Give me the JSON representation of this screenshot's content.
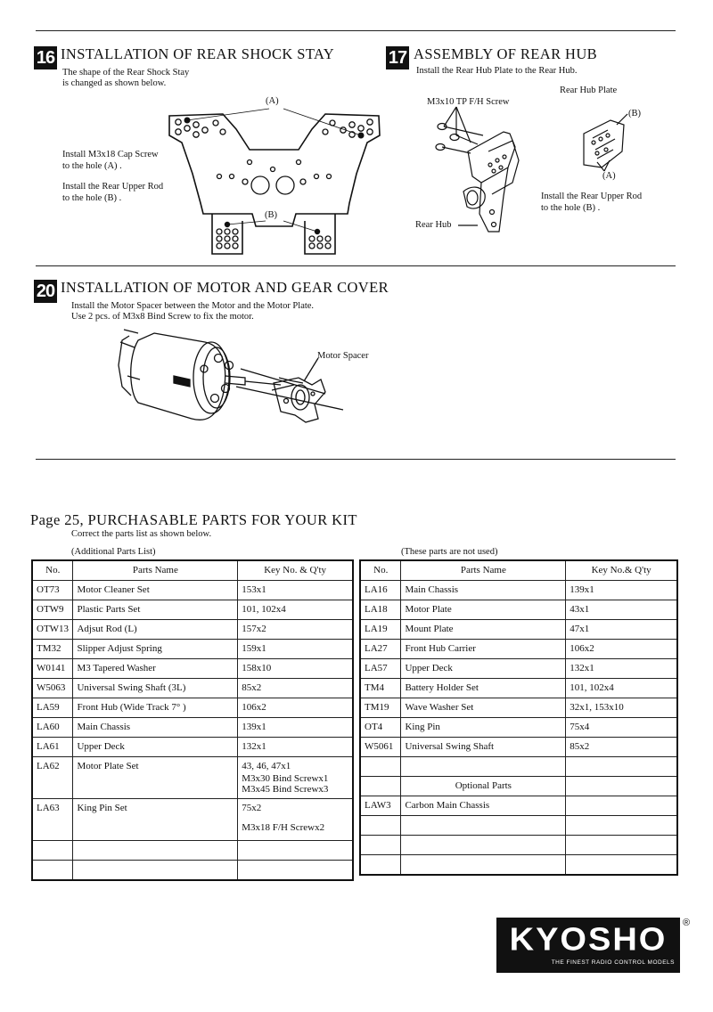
{
  "sec16": {
    "number": "16",
    "title": "INSTALLATION OF REAR SHOCK STAY",
    "desc1": "The shape of the Rear Shock Stay",
    "desc2": "is changed as shown below.",
    "label_a": "(A)",
    "label_b": "(B)",
    "note_a1": "Install M3x18 Cap Screw",
    "note_a2": "to the hole (A) .",
    "note_b1": "Install the Rear Upper Rod",
    "note_b2": "to the hole (B) ."
  },
  "sec17": {
    "number": "17",
    "title": "ASSEMBLY OF REAR HUB",
    "desc": "Install the Rear Hub Plate to the Rear Hub.",
    "screw_label": "M3x10 TP F/H Screw",
    "plate_label": "Rear Hub Plate",
    "hub_label": "Rear Hub",
    "label_a": "(A)",
    "label_b": "(B)",
    "note1": "Install the Rear Upper Rod",
    "note2": "to the hole (B) ."
  },
  "sec20": {
    "number": "20",
    "title": "INSTALLATION OF MOTOR AND GEAR COVER",
    "desc1": "Install the Motor Spacer between the Motor and the Motor Plate.",
    "desc2": "Use 2 pcs. of M3x8 Bind Screw to fix the motor.",
    "spacer_label": "Motor Spacer"
  },
  "parts": {
    "heading": "Page 25, PURCHASABLE PARTS FOR YOUR KIT",
    "subheading": "Correct the parts list as shown below.",
    "left_caption": "(Additional Parts List)",
    "right_caption": "(These parts are not used)",
    "headers_left": [
      "No.",
      "Parts Name",
      "Key No. & Q'ty"
    ],
    "headers_right": [
      "No.",
      "Parts Name",
      "Key No.& Q'ty"
    ],
    "left_rows": [
      [
        "OT73",
        "Motor Cleaner Set",
        "153x1",
        ""
      ],
      [
        "OTW9",
        "Plastic Parts Set",
        "101, 102x4",
        ""
      ],
      [
        "OTW13",
        "Adjsut Rod (L)",
        "157x2",
        ""
      ],
      [
        "TM32",
        "Slipper Adjust Spring",
        "159x1",
        ""
      ],
      [
        "W0141",
        "M3 Tapered Washer",
        "158x10",
        ""
      ],
      [
        "W5063",
        "Universal Swing Shaft (3L)",
        "85x2",
        ""
      ],
      [
        "LA59",
        "Front Hub (Wide Track 7° )",
        "106x2",
        ""
      ],
      [
        "LA60",
        "Main Chassis",
        "139x1",
        ""
      ],
      [
        "LA61",
        "Upper Deck",
        "132x1",
        ""
      ],
      [
        "LA62",
        "Motor Plate Set",
        "43, 46, 47x1",
        "M3x30 Bind Screwx1\nM3x45 Bind Screwx3"
      ],
      [
        "LA63",
        "King Pin Set",
        "75x2",
        "M3x18 F/H Screwx2"
      ],
      [
        "",
        "",
        "",
        ""
      ],
      [
        "",
        "",
        "",
        ""
      ]
    ],
    "right_rows": [
      [
        "LA16",
        "Main Chassis",
        "139x1"
      ],
      [
        "LA18",
        "Motor Plate",
        "43x1"
      ],
      [
        "LA19",
        "Mount Plate",
        "47x1"
      ],
      [
        "LA27",
        "Front Hub Carrier",
        "106x2"
      ],
      [
        "LA57",
        "Upper Deck",
        "132x1"
      ],
      [
        "TM4",
        "Battery Holder Set",
        "101, 102x4"
      ],
      [
        "TM19",
        "Wave Washer Set",
        "32x1, 153x10"
      ],
      [
        "OT4",
        "King Pin",
        "75x4"
      ],
      [
        "W5061",
        "Universal Swing Shaft",
        "85x2"
      ],
      [
        "",
        "",
        ""
      ],
      [
        "",
        "Optional Parts",
        ""
      ],
      [
        "LAW3",
        "Carbon Main Chassis",
        ""
      ],
      [
        "",
        "",
        ""
      ],
      [
        "",
        "",
        ""
      ],
      [
        "",
        "",
        ""
      ]
    ]
  },
  "logo": {
    "brand": "KYOSHO",
    "tagline": "THE FINEST RADIO CONTROL MODELS",
    "registered": "®"
  }
}
